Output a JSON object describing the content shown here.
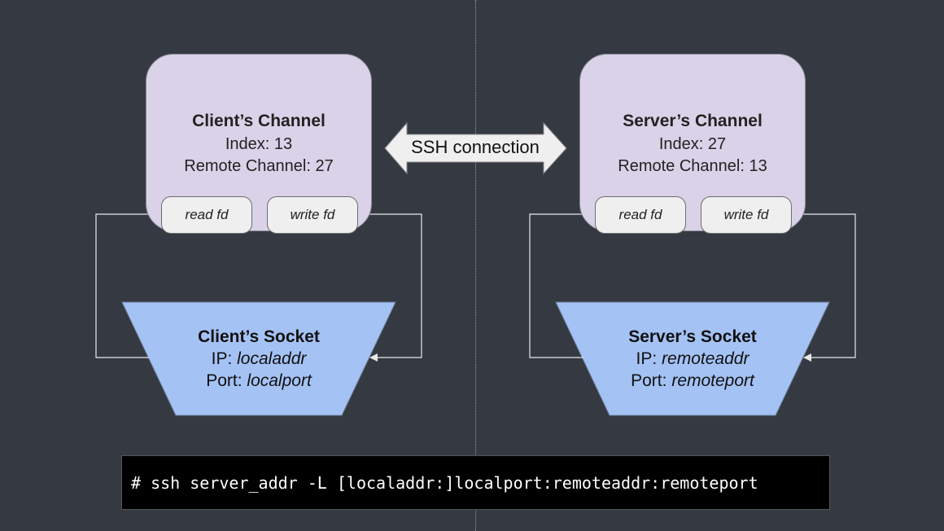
{
  "connection": {
    "label": "SSH connection"
  },
  "client": {
    "channel": {
      "title": "Client’s Channel",
      "index": "Index: 13",
      "remote": "Remote Channel: 27"
    },
    "read_fd": "read fd",
    "write_fd": "write fd",
    "socket": {
      "title": "Client’s Socket",
      "ip_label": "IP:",
      "ip_value": "localaddr",
      "port_label": "Port:",
      "port_value": "localport"
    }
  },
  "server": {
    "channel": {
      "title": "Server’s Channel",
      "index": "Index: 27",
      "remote": "Remote Channel: 13"
    },
    "read_fd": "read fd",
    "write_fd": "write fd",
    "socket": {
      "title": "Server’s Socket",
      "ip_label": "IP:",
      "ip_value": "remoteaddr",
      "port_label": "Port:",
      "port_value": "remoteport"
    }
  },
  "command": "# ssh server_addr -L [localaddr:]localport:remoteaddr:remoteport",
  "colors": {
    "background": "#353a42",
    "channel": "#d9d2e8",
    "socket": "#a4c2f4",
    "fd": "#efefef"
  }
}
